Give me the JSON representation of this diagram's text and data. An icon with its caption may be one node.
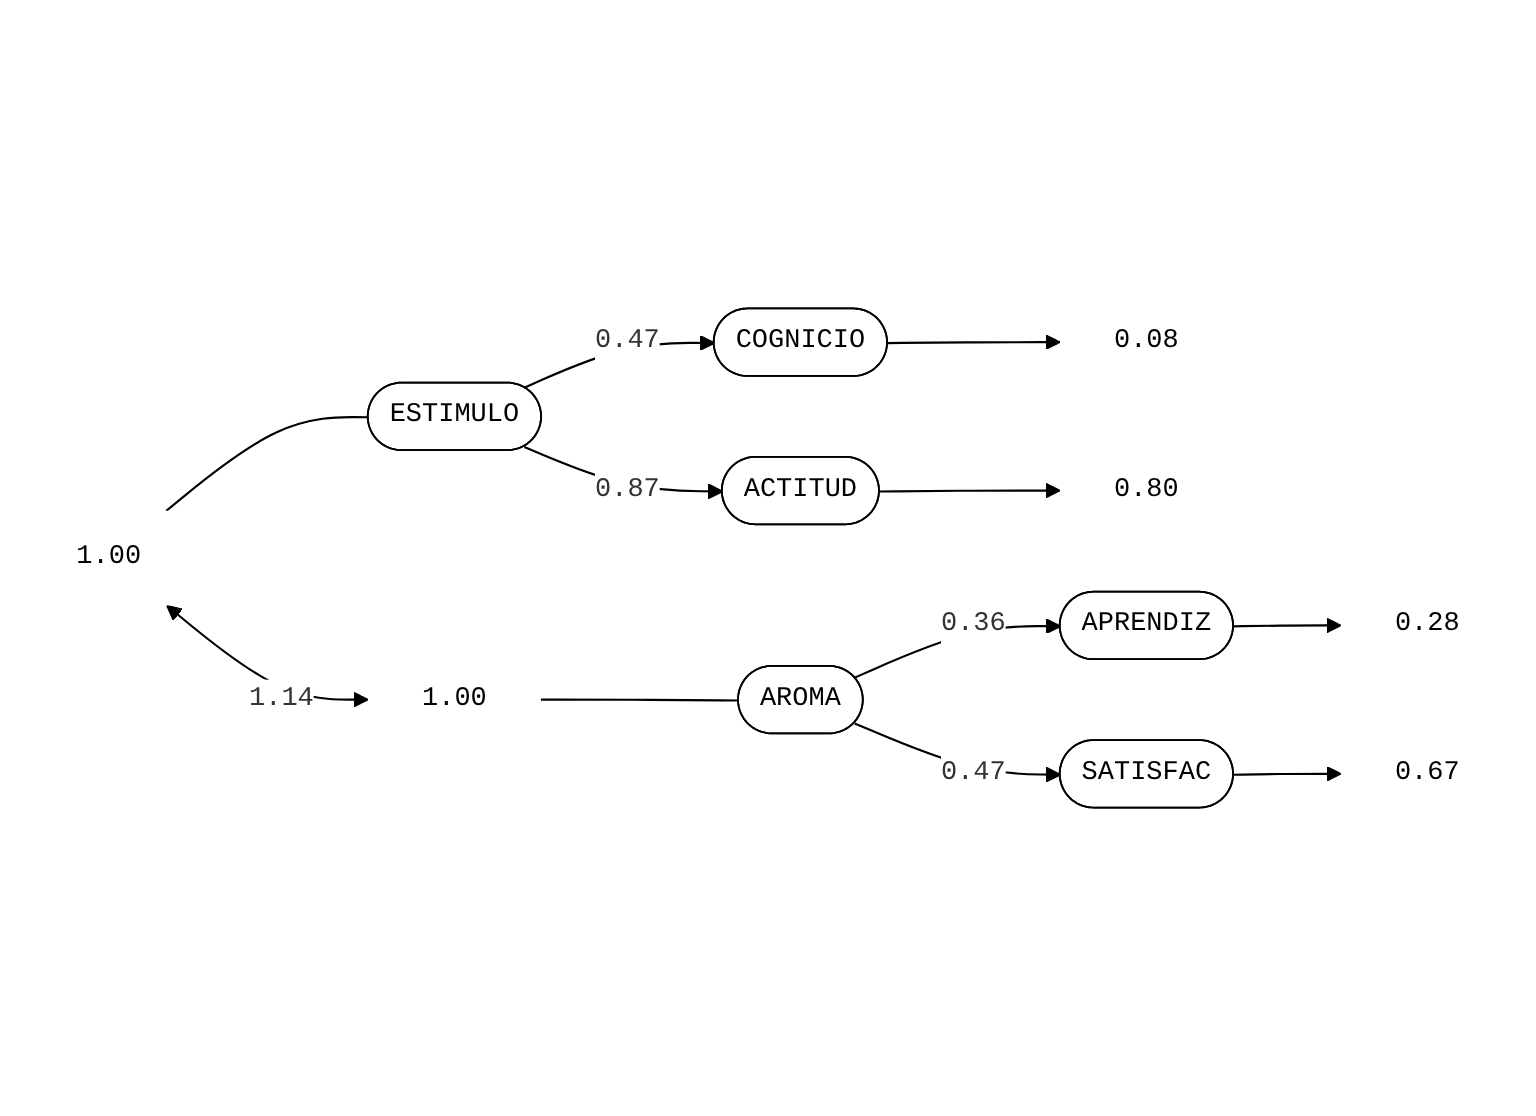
{
  "diagram": {
    "nodes": [
      {
        "text": [
          "1.00"
        ]
      },
      {
        "text": [
          "ESTIMULO"
        ]
      },
      {
        "text": [
          "COGNICIO"
        ]
      },
      {
        "text": [
          "0.08"
        ]
      },
      {
        "text": [
          "ACTITUD"
        ]
      },
      {
        "text": [
          "0.80"
        ]
      },
      {
        "text": [
          "1.00"
        ]
      },
      {
        "text": [
          "AROMA"
        ]
      },
      {
        "text": [
          "APRENDIZ"
        ]
      },
      {
        "text": [
          "0.28"
        ]
      },
      {
        "text": [
          "SATISFAC"
        ]
      },
      {
        "text": [
          "0.67"
        ]
      }
    ],
    "edges": [
      {
        "from": 0,
        "to": 1,
        "arrow": "none"
      },
      {
        "from": 0,
        "to": 6,
        "arrow": "both",
        "label": "1.14"
      },
      {
        "from": 1,
        "to": 2,
        "arrow": "to",
        "label": "0.47"
      },
      {
        "from": 1,
        "to": 4,
        "arrow": "to",
        "label": "0.87"
      },
      {
        "from": 2,
        "to": 3,
        "arrow": "to"
      },
      {
        "from": 4,
        "to": 5,
        "arrow": "to"
      },
      {
        "from": 6,
        "to": 7,
        "arrow": "none"
      },
      {
        "from": 7,
        "to": 8,
        "arrow": "to",
        "label": "0.36"
      },
      {
        "from": 7,
        "to": 10,
        "arrow": "to",
        "label": "0.47"
      },
      {
        "from": 8,
        "to": 9,
        "arrow": "to"
      },
      {
        "from": 10,
        "to": 11,
        "arrow": "to"
      }
    ]
  }
}
